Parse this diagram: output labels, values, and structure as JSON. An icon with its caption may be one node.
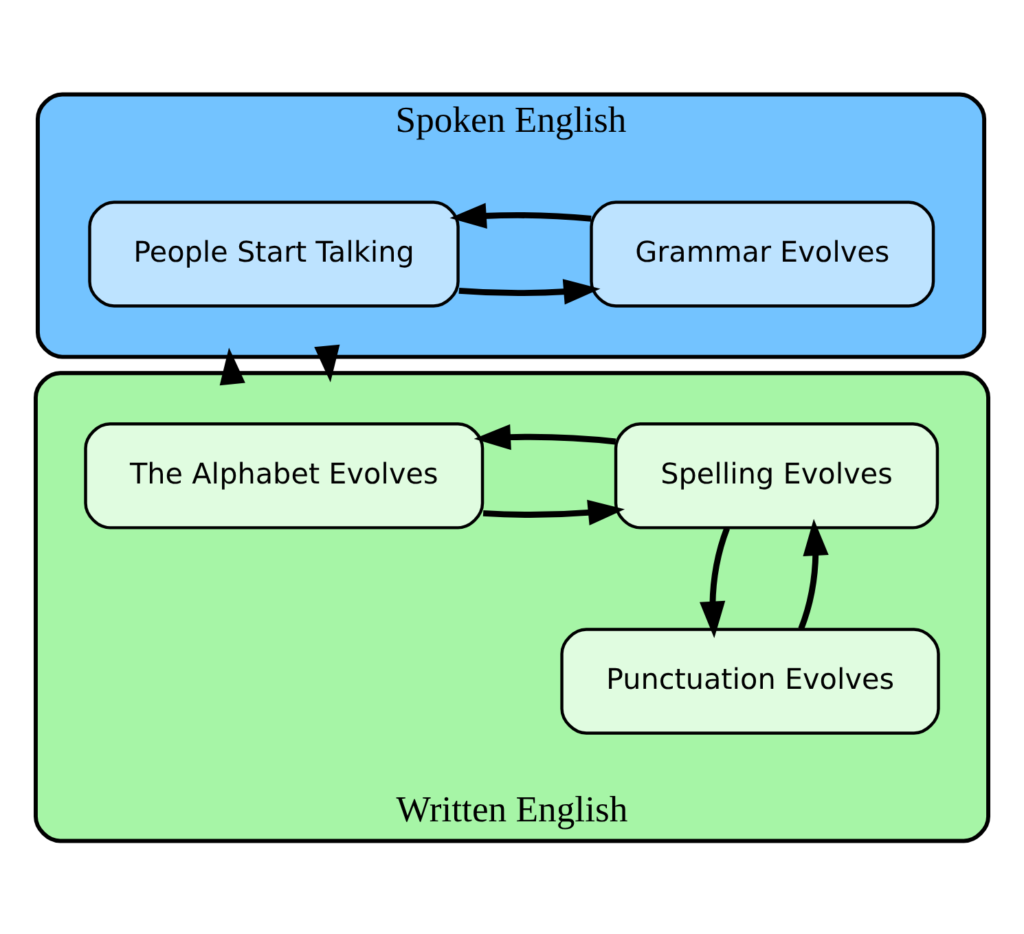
{
  "diagram": {
    "nodes": [
      {
        "text": [
          "Spoken English"
        ]
      },
      {
        "text": [
          "People Start Talking"
        ],
        "in": 0
      },
      {
        "text": [
          "Grammar Evolves"
        ],
        "in": 0
      },
      {
        "text": [
          "Written English"
        ]
      },
      {
        "text": [
          "The Alphabet Evolves"
        ],
        "in": 3
      },
      {
        "text": [
          "Spelling Evolves"
        ],
        "in": 3
      },
      {
        "text": [
          "Punctuation Evolves"
        ],
        "in": 3
      }
    ],
    "edges": [
      {
        "from": 1,
        "to": 2,
        "arrow": "to"
      },
      {
        "from": 2,
        "to": 1,
        "arrow": "to"
      },
      {
        "from": 0,
        "to": 3,
        "arrow": "to"
      },
      {
        "from": 3,
        "to": 0,
        "arrow": "to"
      },
      {
        "from": 4,
        "to": 5,
        "arrow": "to"
      },
      {
        "from": 5,
        "to": 4,
        "arrow": "to"
      },
      {
        "from": 5,
        "to": 6,
        "arrow": "to"
      },
      {
        "from": 6,
        "to": 5,
        "arrow": "to"
      }
    ]
  }
}
